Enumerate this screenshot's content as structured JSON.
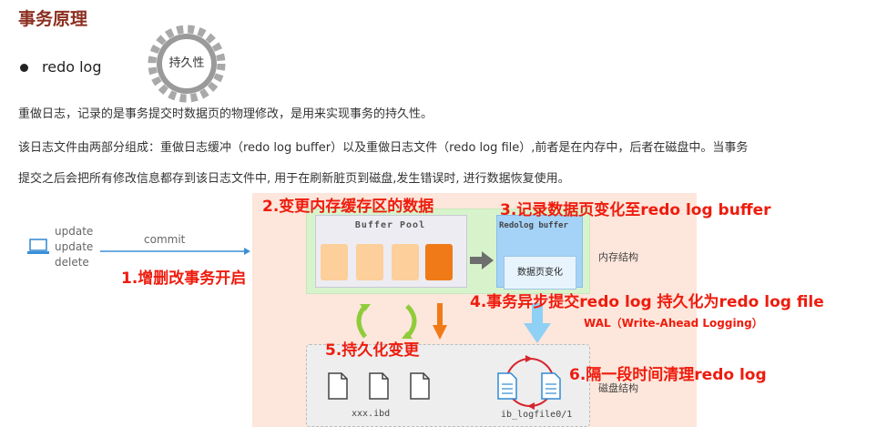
{
  "header": {
    "title": "事务原理"
  },
  "bullet": {
    "text": "redo log"
  },
  "gear": {
    "label": "持久性"
  },
  "paragraphs": {
    "p1": "重做日志，记录的是事务提交时数据页的物理修改，是用来实现事务的持久性。",
    "p2": "该日志文件由两部分组成：重做日志缓冲（redo log buffer）以及重做日志文件（redo log file）,前者是在内存中，后者在磁盘中。当事务",
    "p3": "提交之后会把所有修改信息都存到该日志文件中, 用于在刷新脏页到磁盘,发生错误时, 进行数据恢复使用。"
  },
  "diagram": {
    "operations": [
      "update",
      "update",
      "delete"
    ],
    "commit_label": "commit",
    "buffer_pool_title": "Buffer Pool",
    "redolog_buffer_title": "Redolog buffer",
    "data_page_change": "数据页变化",
    "memory_label": "内存结构",
    "disk_label": "磁盘结构",
    "data_file": "xxx.ibd",
    "log_file": "ib_logfile0/1",
    "steps": {
      "step1": "1.增删改事务开启",
      "step2": "2.变更内存缓存区的数据",
      "step3": "3.记录数据页变化至redo log buffer",
      "step4": "4.事务异步提交redo log 持久化为redo log file",
      "step5": "5.持久化变更",
      "step6": "6.隔一段时间清理redo log"
    },
    "wal": "WAL（Write-Ahead Logging）"
  },
  "colors": {
    "accent_red": "#ee1c0e",
    "title_brown": "#8b2f1f",
    "page_light": "#fccf9b",
    "page_dark": "#f07a17",
    "memory_green": "#d7f3cc",
    "redo_blue": "#a5d3f7"
  }
}
